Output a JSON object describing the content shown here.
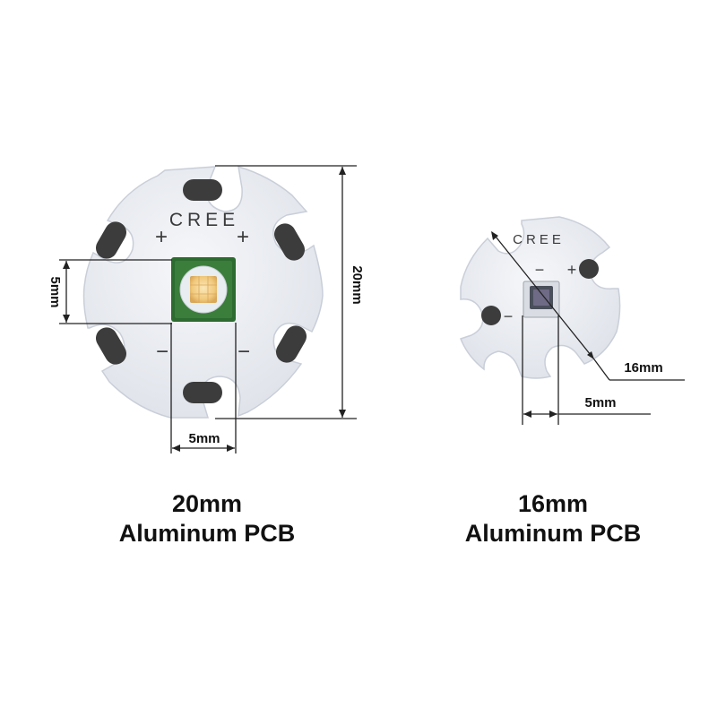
{
  "left_board": {
    "brand": "CREE",
    "plus_mark": "+",
    "minus_mark": "−",
    "dim_side": "5mm",
    "dim_bottom": "5mm",
    "dim_height": "20mm",
    "caption_line1": "20mm",
    "caption_line2": "Aluminum PCB"
  },
  "right_board": {
    "brand": "CREE",
    "plus_mark": "+",
    "minus_mark": "−",
    "dim_diagonal": "16mm",
    "dim_bottom": "5mm",
    "caption_line1": "16mm",
    "caption_line2": "Aluminum PCB"
  },
  "colors": {
    "board": "#e9ecf2",
    "board_edge": "#c9ced8",
    "pad": "#3c3c3c",
    "led_base": "#2d6b31",
    "led_lens": "#f3d293",
    "dimension_line": "#222222"
  }
}
